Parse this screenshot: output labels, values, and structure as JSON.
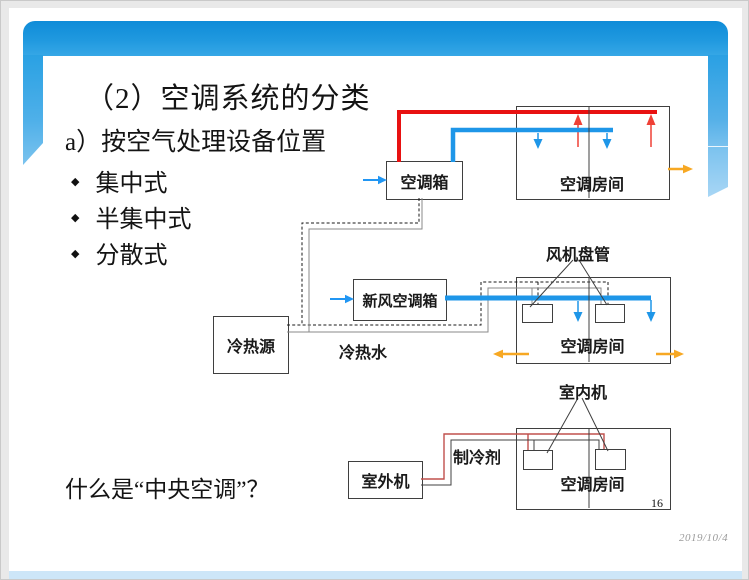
{
  "colors": {
    "band_blue": "#1b95df",
    "pipe_red": "#e81111",
    "pipe_blue": "#1e96e8",
    "arrow_orange": "#f7a823",
    "refrigerant_red": "#c0504d"
  },
  "slide": {
    "title": "（2）空调系统的分类",
    "subtitle": "a）按空气处理设备位置",
    "bullet_marker": "◆",
    "bullets": [
      "集中式",
      "半集中式",
      "分散式"
    ],
    "question": "什么是“中央空调”？",
    "page_number": "16",
    "date": "2019/10/4"
  },
  "diagram": {
    "centralized": {
      "ahu": "空调箱",
      "room": "空调房间"
    },
    "semi_centralized": {
      "fan_coil": "风机盘管",
      "fresh_air_ahu": "新风空调箱",
      "source": "冷热源",
      "water": "冷热水",
      "room": "空调房间"
    },
    "decentralized": {
      "indoor_unit": "室内机",
      "outdoor_unit": "室外机",
      "refrigerant": "制冷剂",
      "room": "空调房间"
    }
  }
}
